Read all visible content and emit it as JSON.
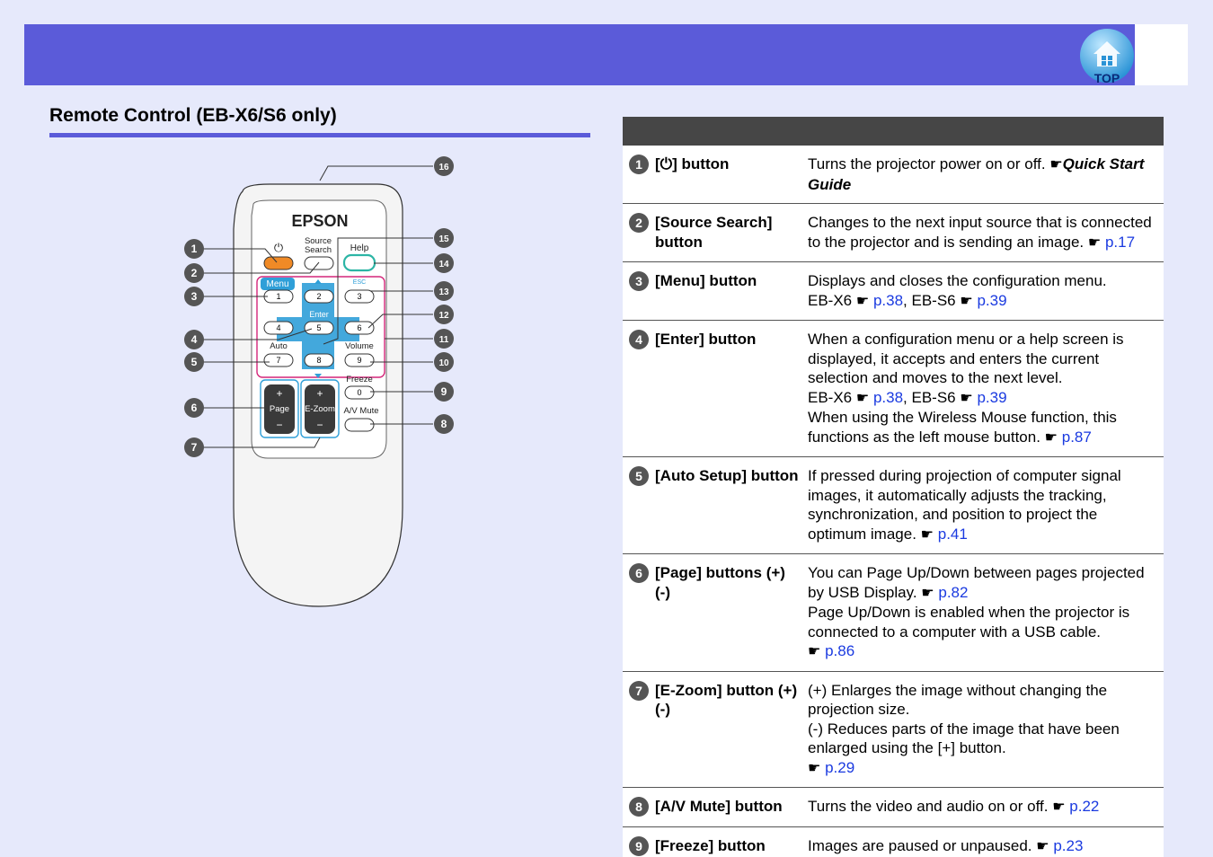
{
  "header": {
    "top_button_label": "TOP",
    "accent_color": "#5b5bd9"
  },
  "section_title": "Remote Control (EB-X6/S6 only)",
  "remote": {
    "brand": "EPSON",
    "labels": {
      "power_symbol": "⏻",
      "source_search_line1": "Source",
      "source_search_line2": "Search",
      "help": "Help",
      "menu": "Menu",
      "esc": "ESC",
      "enter": "Enter",
      "auto": "Auto",
      "volume": "Volume",
      "freeze": "Freeze",
      "page": "Page",
      "ezoom": "E-Zoom",
      "av_mute": "A/V Mute",
      "plus": "+",
      "minus": "−"
    },
    "keys": [
      "1",
      "2",
      "3",
      "4",
      "5",
      "6",
      "7",
      "8",
      "9",
      "0"
    ],
    "callouts": [
      "1",
      "2",
      "3",
      "4",
      "5",
      "6",
      "7",
      "8",
      "9",
      "10",
      "11",
      "12",
      "13",
      "14",
      "15",
      "16"
    ]
  },
  "hand_symbol": "☛",
  "rows": [
    {
      "num": "1",
      "name_pre": "[",
      "name_symbol": "⏻",
      "name_post": "] button",
      "desc": "Turns the projector power on or off.",
      "ref": "Quick Start Guide"
    },
    {
      "num": "2",
      "name": "[Source Search] button",
      "desc": "Changes to the next input source that is connected to the projector and is sending an image.",
      "link": "p.17"
    },
    {
      "num": "3",
      "name": "[Menu] button",
      "desc": "Displays and closes the configuration menu.",
      "model1": "EB-X6",
      "link1": "p.38",
      "model2": ", EB-S6",
      "link2": "p.39"
    },
    {
      "num": "4",
      "name": "[Enter] button",
      "desc": "When a configuration menu or a help screen is displayed, it accepts and enters the current selection and moves to the next level.",
      "model1": "EB-X6",
      "link1": "p.38",
      "model2": ", EB-S6",
      "link2": "p.39",
      "desc2": "When using the Wireless Mouse function, this functions as the left mouse button.",
      "link3": "p.87"
    },
    {
      "num": "5",
      "name": "[Auto Setup] button",
      "desc": "If pressed during projection of computer signal images, it automatically adjusts the tracking, synchronization, and position to project the optimum image.",
      "link": "p.41"
    },
    {
      "num": "6",
      "name": "[Page] buttons (+) (-)",
      "desc": "You can Page Up/Down between pages projected by USB Display.",
      "link1": "p.82",
      "desc2": "Page Up/Down is enabled when the projector is connected to a computer with a USB cable.",
      "link2": "p.86"
    },
    {
      "num": "7",
      "name": "[E-Zoom] button (+) (-)",
      "desc": "(+) Enlarges the image without changing the projection size.",
      "desc2": "(-) Reduces parts of the image that have been enlarged using the [+] button.",
      "link": "p.29"
    },
    {
      "num": "8",
      "name": "[A/V Mute] button",
      "desc": "Turns the video and audio on or off.",
      "link": "p.22"
    },
    {
      "num": "9",
      "name": "[Freeze] button",
      "desc": "Images are paused or unpaused.",
      "link": "p.23"
    }
  ]
}
